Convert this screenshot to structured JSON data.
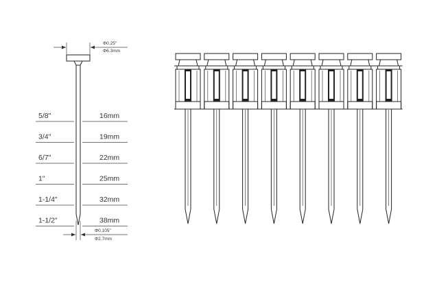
{
  "head_dimension": {
    "imperial": "Φ0.25\"",
    "metric": "Φ6.3mm"
  },
  "shank_dimension": {
    "imperial": "Φ0.105\"",
    "metric": "Φ2.7mm"
  },
  "sizes": [
    {
      "inch": "5/8\"",
      "mm": "16mm"
    },
    {
      "inch": "3/4\"",
      "mm": "19mm"
    },
    {
      "inch": "6/7\"",
      "mm": "22mm"
    },
    {
      "inch": "1\"",
      "mm": "25mm"
    },
    {
      "inch": "1-1/4\"",
      "mm": "32mm"
    },
    {
      "inch": "1-1/2\"",
      "mm": "38mm"
    }
  ],
  "strip": {
    "nail_count": 8
  }
}
